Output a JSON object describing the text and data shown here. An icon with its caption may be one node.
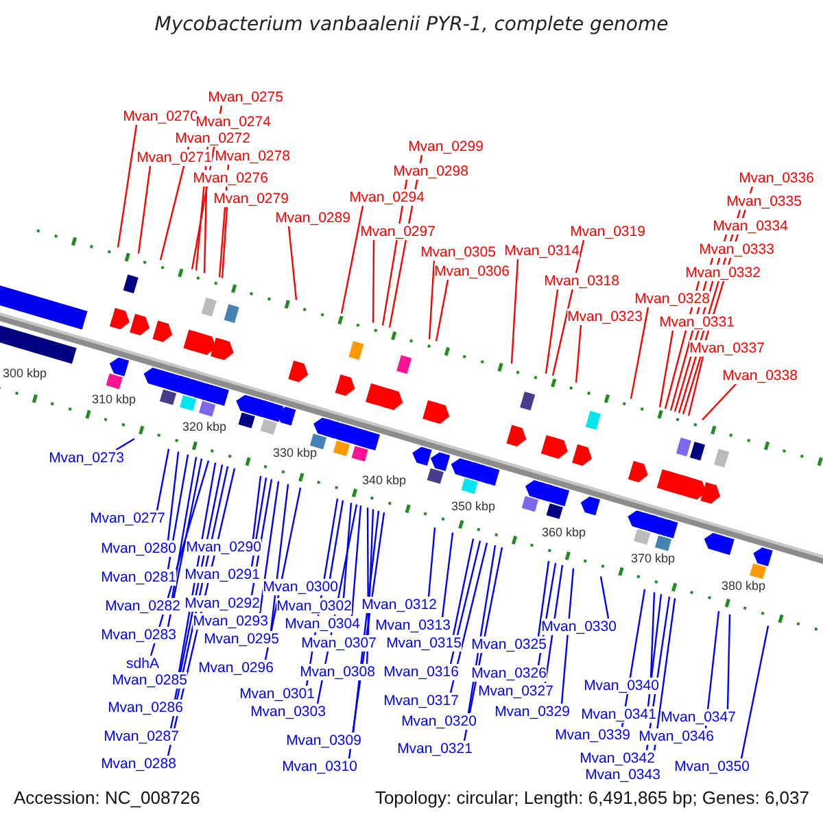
{
  "diagram": {
    "title": "Mycobacterium vanbaalenii PYR-1, complete genome",
    "nodes": [
      {
        "text": [
          "Mvan_0270"
        ]
      },
      {
        "text": [
          "Mvan_0271"
        ]
      },
      {
        "text": [
          "Mvan_0272"
        ]
      },
      {
        "text": [
          "Mvan_0274"
        ]
      },
      {
        "text": [
          "Mvan_0275"
        ]
      },
      {
        "text": [
          "Mvan_0276"
        ]
      },
      {
        "text": [
          "Mvan_0278"
        ]
      },
      {
        "text": [
          "Mvan_0279"
        ]
      },
      {
        "text": [
          "Mvan_0289"
        ]
      },
      {
        "text": [
          "Mvan_0294"
        ]
      },
      {
        "text": [
          "Mvan_0297"
        ]
      },
      {
        "text": [
          "Mvan_0298"
        ]
      },
      {
        "text": [
          "Mvan_0299"
        ]
      },
      {
        "text": [
          "Mvan_0305"
        ]
      },
      {
        "text": [
          "Mvan_0306"
        ]
      },
      {
        "text": [
          "Mvan_0314"
        ]
      },
      {
        "text": [
          "Mvan_0318"
        ]
      },
      {
        "text": [
          "Mvan_0319"
        ]
      },
      {
        "text": [
          "Mvan_0323"
        ]
      },
      {
        "text": [
          "Mvan_0328"
        ]
      },
      {
        "text": [
          "Mvan_0331"
        ]
      },
      {
        "text": [
          "Mvan_0332"
        ]
      },
      {
        "text": [
          "Mvan_0333"
        ]
      },
      {
        "text": [
          "Mvan_0334"
        ]
      },
      {
        "text": [
          "Mvan_0335"
        ]
      },
      {
        "text": [
          "Mvan_0336"
        ]
      },
      {
        "text": [
          "Mvan_0337"
        ]
      },
      {
        "text": [
          "Mvan_0338"
        ]
      },
      {
        "text": [
          "Mvan_0273"
        ]
      },
      {
        "text": [
          "Mvan_0277"
        ]
      },
      {
        "text": [
          "Mvan_0280"
        ]
      },
      {
        "text": [
          "Mvan_0281"
        ]
      },
      {
        "text": [
          "Mvan_0282"
        ]
      },
      {
        "text": [
          "Mvan_0283"
        ]
      },
      {
        "text": [
          "sdhA"
        ]
      },
      {
        "text": [
          "Mvan_0285"
        ]
      },
      {
        "text": [
          "Mvan_0286"
        ]
      },
      {
        "text": [
          "Mvan_0287"
        ]
      },
      {
        "text": [
          "Mvan_0288"
        ]
      },
      {
        "text": [
          "Mvan_0290"
        ]
      },
      {
        "text": [
          "Mvan_0291"
        ]
      },
      {
        "text": [
          "Mvan_0292"
        ]
      },
      {
        "text": [
          "Mvan_0293"
        ]
      },
      {
        "text": [
          "Mvan_0295"
        ]
      },
      {
        "text": [
          "Mvan_0296"
        ]
      },
      {
        "text": [
          "Mvan_0300"
        ]
      },
      {
        "text": [
          "Mvan_0301"
        ]
      },
      {
        "text": [
          "Mvan_0302"
        ]
      },
      {
        "text": [
          "Mvan_0303"
        ]
      },
      {
        "text": [
          "Mvan_0304"
        ]
      },
      {
        "text": [
          "Mvan_0307"
        ]
      },
      {
        "text": [
          "Mvan_0308"
        ]
      },
      {
        "text": [
          "Mvan_0309"
        ]
      },
      {
        "text": [
          "Mvan_0310"
        ]
      },
      {
        "text": [
          "Mvan_0312"
        ]
      },
      {
        "text": [
          "Mvan_0313"
        ]
      },
      {
        "text": [
          "Mvan_0315"
        ]
      },
      {
        "text": [
          "Mvan_0316"
        ]
      },
      {
        "text": [
          "Mvan_0317"
        ]
      },
      {
        "text": [
          "Mvan_0320"
        ]
      },
      {
        "text": [
          "Mvan_0321"
        ]
      },
      {
        "text": [
          "Mvan_0325"
        ]
      },
      {
        "text": [
          "Mvan_0326"
        ]
      },
      {
        "text": [
          "Mvan_0327"
        ]
      },
      {
        "text": [
          "Mvan_0329"
        ]
      },
      {
        "text": [
          "Mvan_0330"
        ]
      },
      {
        "text": [
          "Mvan_0339"
        ]
      },
      {
        "text": [
          "Mvan_0340"
        ]
      },
      {
        "text": [
          "Mvan_0341"
        ]
      },
      {
        "text": [
          "Mvan_0342"
        ]
      },
      {
        "text": [
          "Mvan_0343"
        ]
      },
      {
        "text": [
          "Mvan_0346"
        ]
      },
      {
        "text": [
          "Mvan_0347"
        ]
      },
      {
        "text": [
          "Mvan_0350"
        ]
      }
    ],
    "edges": [
      {
        "from": 0,
        "to": null,
        "arrow": "none",
        "color": "#ff0000"
      },
      {
        "from": 1,
        "to": null,
        "arrow": "none",
        "color": "#ff0000"
      },
      {
        "from": 2,
        "to": null,
        "arrow": "none",
        "color": "#ff0000"
      },
      {
        "from": 3,
        "to": null,
        "arrow": "none",
        "color": "#ff0000"
      },
      {
        "from": 4,
        "to": null,
        "arrow": "none",
        "color": "#ff0000"
      },
      {
        "from": 5,
        "to": null,
        "arrow": "none",
        "color": "#ff0000"
      },
      {
        "from": 6,
        "to": null,
        "arrow": "none",
        "color": "#ff0000"
      },
      {
        "from": 7,
        "to": null,
        "arrow": "none",
        "color": "#ff0000"
      },
      {
        "from": 8,
        "to": null,
        "arrow": "none",
        "color": "#ff0000"
      },
      {
        "from": 9,
        "to": null,
        "arrow": "none",
        "color": "#ff0000"
      },
      {
        "from": 10,
        "to": null,
        "arrow": "none",
        "color": "#ff0000"
      },
      {
        "from": 11,
        "to": null,
        "arrow": "none",
        "color": "#ff0000"
      },
      {
        "from": 12,
        "to": null,
        "arrow": "none",
        "color": "#ff0000"
      },
      {
        "from": 13,
        "to": null,
        "arrow": "none",
        "color": "#ff0000"
      },
      {
        "from": 14,
        "to": null,
        "arrow": "none",
        "color": "#ff0000"
      },
      {
        "from": 15,
        "to": null,
        "arrow": "none",
        "color": "#ff0000"
      },
      {
        "from": 16,
        "to": null,
        "arrow": "none",
        "color": "#ff0000"
      },
      {
        "from": 17,
        "to": null,
        "arrow": "none",
        "color": "#ff0000"
      },
      {
        "from": 18,
        "to": null,
        "arrow": "none",
        "color": "#ff0000"
      },
      {
        "from": 19,
        "to": null,
        "arrow": "none",
        "color": "#ff0000"
      },
      {
        "from": 20,
        "to": null,
        "arrow": "none",
        "color": "#ff0000"
      },
      {
        "from": 21,
        "to": null,
        "arrow": "none",
        "color": "#ff0000"
      },
      {
        "from": 22,
        "to": null,
        "arrow": "none",
        "color": "#ff0000"
      },
      {
        "from": 23,
        "to": null,
        "arrow": "none",
        "color": "#ff0000"
      },
      {
        "from": 24,
        "to": null,
        "arrow": "none",
        "color": "#ff0000"
      },
      {
        "from": 25,
        "to": null,
        "arrow": "none",
        "color": "#ff0000"
      },
      {
        "from": 26,
        "to": null,
        "arrow": "none",
        "color": "#ff0000"
      },
      {
        "from": 27,
        "to": null,
        "arrow": "none",
        "color": "#ff0000"
      },
      {
        "from": 28,
        "to": null,
        "arrow": "none"
      },
      {
        "from": 29,
        "to": null,
        "arrow": "none"
      },
      {
        "from": 30,
        "to": null,
        "arrow": "none"
      },
      {
        "from": 31,
        "to": null,
        "arrow": "none"
      },
      {
        "from": 32,
        "to": null,
        "arrow": "none"
      },
      {
        "from": 33,
        "to": null,
        "arrow": "none"
      },
      {
        "from": 34,
        "to": null,
        "arrow": "none"
      },
      {
        "from": 35,
        "to": null,
        "arrow": "none"
      },
      {
        "from": 36,
        "to": null,
        "arrow": "none"
      },
      {
        "from": 37,
        "to": null,
        "arrow": "none"
      },
      {
        "from": 38,
        "to": null,
        "arrow": "none"
      },
      {
        "from": 39,
        "to": null,
        "arrow": "none"
      },
      {
        "from": 40,
        "to": null,
        "arrow": "none"
      },
      {
        "from": 41,
        "to": null,
        "arrow": "none"
      },
      {
        "from": 42,
        "to": null,
        "arrow": "none"
      },
      {
        "from": 43,
        "to": null,
        "arrow": "none"
      },
      {
        "from": 44,
        "to": null,
        "arrow": "none"
      },
      {
        "from": 45,
        "to": null,
        "arrow": "none"
      },
      {
        "from": 46,
        "to": null,
        "arrow": "none"
      },
      {
        "from": 47,
        "to": null,
        "arrow": "none"
      },
      {
        "from": 48,
        "to": null,
        "arrow": "none"
      },
      {
        "from": 49,
        "to": null,
        "arrow": "none"
      },
      {
        "from": 50,
        "to": null,
        "arrow": "none"
      },
      {
        "from": 51,
        "to": null,
        "arrow": "none"
      },
      {
        "from": 52,
        "to": null,
        "arrow": "none"
      },
      {
        "from": 53,
        "to": null,
        "arrow": "none"
      },
      {
        "from": 54,
        "to": null,
        "arrow": "none"
      },
      {
        "from": 55,
        "to": null,
        "arrow": "none"
      },
      {
        "from": 56,
        "to": null,
        "arrow": "none"
      },
      {
        "from": 57,
        "to": null,
        "arrow": "none"
      },
      {
        "from": 58,
        "to": null,
        "arrow": "none"
      },
      {
        "from": 59,
        "to": null,
        "arrow": "none"
      },
      {
        "from": 60,
        "to": null,
        "arrow": "none"
      },
      {
        "from": 61,
        "to": null,
        "arrow": "none"
      },
      {
        "from": 62,
        "to": null,
        "arrow": "none"
      },
      {
        "from": 63,
        "to": null,
        "arrow": "none"
      },
      {
        "from": 64,
        "to": null,
        "arrow": "none"
      },
      {
        "from": 65,
        "to": null,
        "arrow": "none"
      },
      {
        "from": 66,
        "to": null,
        "arrow": "none"
      },
      {
        "from": 67,
        "to": null,
        "arrow": "none"
      },
      {
        "from": 68,
        "to": null,
        "arrow": "none"
      },
      {
        "from": 69,
        "to": null,
        "arrow": "none"
      },
      {
        "from": 70,
        "to": null,
        "arrow": "none"
      },
      {
        "from": 71,
        "to": null,
        "arrow": "none"
      },
      {
        "from": 72,
        "to": null,
        "arrow": "none"
      },
      {
        "from": 73,
        "to": null,
        "arrow": "none"
      }
    ],
    "labels": [
      "300 kbp",
      "310 kbp",
      "320 kbp",
      "330 kbp",
      "340 kbp",
      "350 kbp",
      "360 kbp",
      "370 kbp",
      "380 kbp",
      "Accession: NC_008726",
      "Topology: circular; Length: 6,491,865 bp; Genes: 6,037"
    ]
  }
}
